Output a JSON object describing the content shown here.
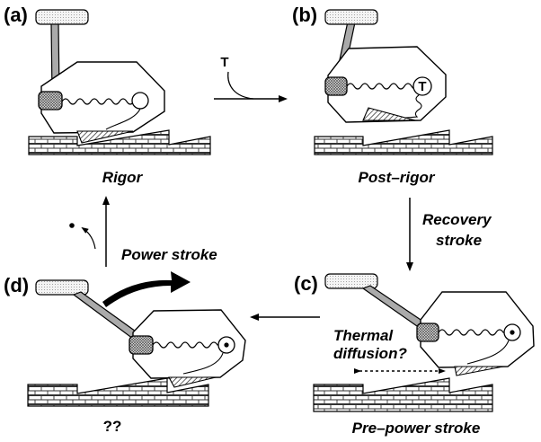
{
  "panels": {
    "a": {
      "letter": "(a)",
      "state": "Rigor"
    },
    "b": {
      "letter": "(b)",
      "state": "Post–rigor"
    },
    "c": {
      "letter": "(c)",
      "state": "Pre–power stroke"
    },
    "d": {
      "letter": "(d)",
      "state": "??"
    }
  },
  "transitions": {
    "atp_label": "T",
    "bound_atp_label": "T",
    "recovery_line1": "Recovery",
    "recovery_line2": "stroke",
    "power_stroke": "Power stroke",
    "thermal_line1": "Thermal",
    "thermal_line2": "diffusion?"
  }
}
